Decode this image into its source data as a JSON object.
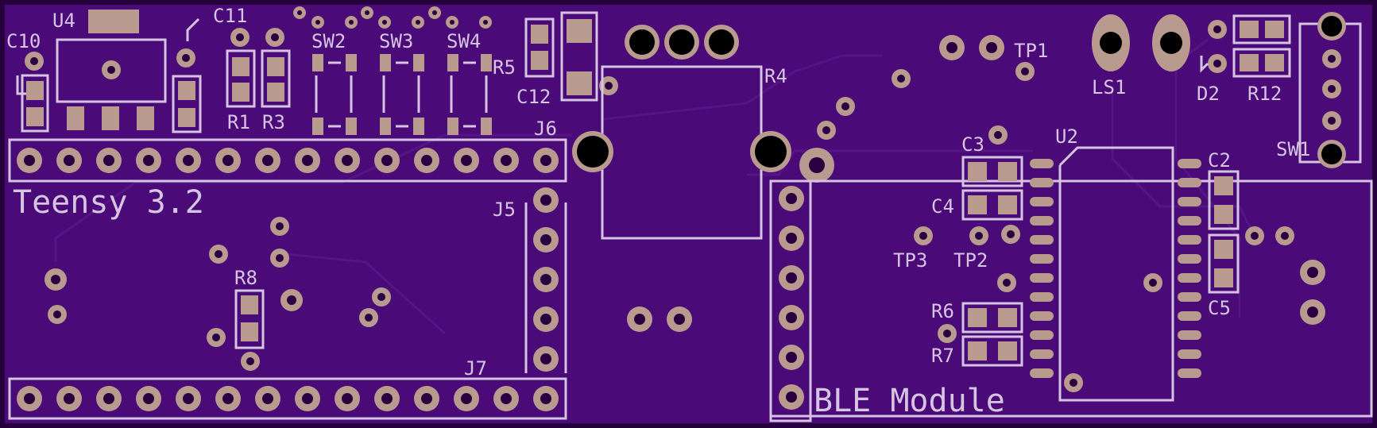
{
  "board": {
    "colors": {
      "soldermask": "#4a0a78",
      "edge": "#25003d",
      "silkscreen": "#d6c4e3",
      "pad": "#b89a8e",
      "drill": "#000000"
    },
    "title_teensy": "Teensy 3.2",
    "title_ble": "BLE Module",
    "refdes": {
      "C10": "C10",
      "U4": "U4",
      "C11": "C11",
      "SW2": "SW2",
      "SW3": "SW3",
      "SW4": "SW4",
      "R5": "R5",
      "C12": "C12",
      "R1": "R1",
      "R3": "R3",
      "J6": "J6",
      "R4": "R4",
      "TP1": "TP1",
      "LS1": "LS1",
      "D2": "D2",
      "R12": "R12",
      "SW1": "SW1",
      "C3": "C3",
      "U2": "U2",
      "C2": "C2",
      "C4": "C4",
      "J5": "J5",
      "TP3": "TP3",
      "TP2": "TP2",
      "R8": "R8",
      "R6": "R6",
      "R7": "R7",
      "C5": "C5",
      "J7": "J7"
    }
  }
}
